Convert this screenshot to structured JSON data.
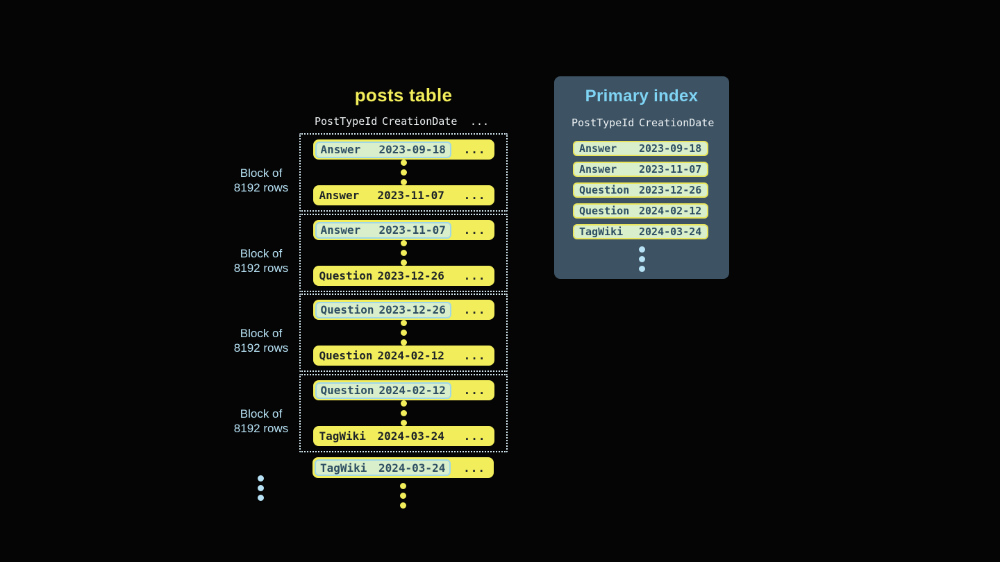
{
  "posts_table": {
    "title": "posts table",
    "headers": [
      "PostTypeId",
      "CreationDate",
      "..."
    ],
    "ellipsis": "...",
    "blocks": [
      {
        "label": [
          "Block of",
          "8192 rows"
        ],
        "first": {
          "type": "Answer",
          "date": "2023-09-18"
        },
        "last": {
          "type": "Answer",
          "date": "2023-11-07"
        }
      },
      {
        "label": [
          "Block of",
          "8192 rows"
        ],
        "first": {
          "type": "Answer",
          "date": "2023-11-07"
        },
        "last": {
          "type": "Question",
          "date": "2023-12-26"
        }
      },
      {
        "label": [
          "Block of",
          "8192 rows"
        ],
        "first": {
          "type": "Question",
          "date": "2023-12-26"
        },
        "last": {
          "type": "Question",
          "date": "2024-02-12"
        }
      },
      {
        "label": [
          "Block of",
          "8192 rows"
        ],
        "first": {
          "type": "Question",
          "date": "2024-02-12"
        },
        "last": {
          "type": "TagWiki",
          "date": "2024-03-24"
        }
      }
    ],
    "next_block_first_row": {
      "type": "TagWiki",
      "date": "2024-03-24"
    }
  },
  "primary_index": {
    "title": "Primary index",
    "headers": [
      "PostTypeId",
      "CreationDate"
    ],
    "rows": [
      {
        "type": "Answer",
        "date": "2023-09-18"
      },
      {
        "type": "Answer",
        "date": "2023-11-07"
      },
      {
        "type": "Question",
        "date": "2023-12-26"
      },
      {
        "type": "Question",
        "date": "2024-02-12"
      },
      {
        "type": "TagWiki",
        "date": "2024-03-24"
      }
    ]
  },
  "colors": {
    "background": "#050505",
    "row_yellow": "#f2ee5b",
    "highlight_green": "#d9eecb",
    "table_highlight_border": "#9ed7e9",
    "index_row_border": "#e8e55c",
    "panel_background": "#3d5364",
    "panel_title_blue": "#7fd3f3",
    "block_label_blue": "#b7e2f5",
    "header_text": "#edf1f3",
    "row_text": "#1d2328",
    "highlight_text": "#2e4f63",
    "dotted_border": "#d7ecf4"
  }
}
